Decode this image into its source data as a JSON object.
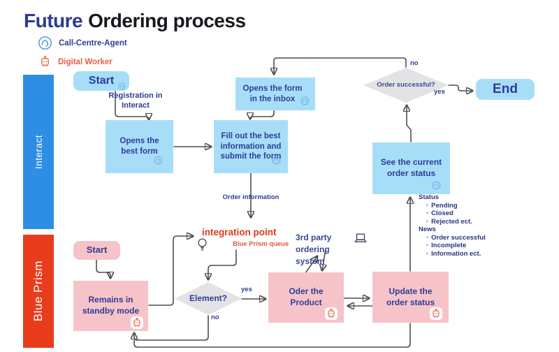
{
  "title": {
    "highlight": "Future",
    "rest": "Ordering process"
  },
  "legend": {
    "agent": "Call-Centre-Agent",
    "worker": "Digital Worker"
  },
  "lanes": {
    "interact": "Interact",
    "blue_prism": "Blue Prism"
  },
  "nodes": {
    "start_interact": "Start",
    "opens_best_form": "Opens the best form",
    "fill_out_form": "Fill out the best information and submit the form",
    "opens_form_inbox": "Opens the form in the inbox",
    "order_successful": "Order successful?",
    "end": "End",
    "see_order_status": "See the current order status",
    "start_blue_prism": "Start",
    "remains_standby": "Remains in standby mode",
    "element": "Element?",
    "order_product": "Oder the Product",
    "update_order_status": "Update the order status"
  },
  "edge_labels": {
    "registration": "Registration in Interact",
    "order_information": "Order information",
    "no_top": "no",
    "yes_end": "yes",
    "yes_element": "yes",
    "no_element": "no"
  },
  "annotations": {
    "integration_point": "integration point",
    "blue_prism_queue": "Blue Prism queue",
    "third_party": "3rd party ordering system",
    "status_header": "Status",
    "status_items": [
      "Pending",
      "Closed",
      "Rejected ect."
    ],
    "news_header": "News",
    "news_items": [
      "Order successful",
      "Incomplete",
      "Information ect."
    ]
  },
  "icons": {
    "agent": "call-centre-agent-headset",
    "worker": "digital-worker-robot",
    "integration": "lightbulb",
    "third_party": "laptop"
  },
  "colors": {
    "lane_interact": "#2E8EE3",
    "lane_blue_prism": "#E83C1D",
    "node_blue": "#A6DEF8",
    "node_pink": "#F6C3C8",
    "diamond_gray": "#E3E3E5",
    "text_navy": "#2E3C96",
    "title_blue": "#2D3A92",
    "title_dark": "#18181F",
    "accent_red": "#D93A1A",
    "queue_red": "#DD5B3F",
    "worker_red": "#E85B43",
    "agent_blue": "#5B9CD9",
    "connector": "#4D4D4D"
  }
}
